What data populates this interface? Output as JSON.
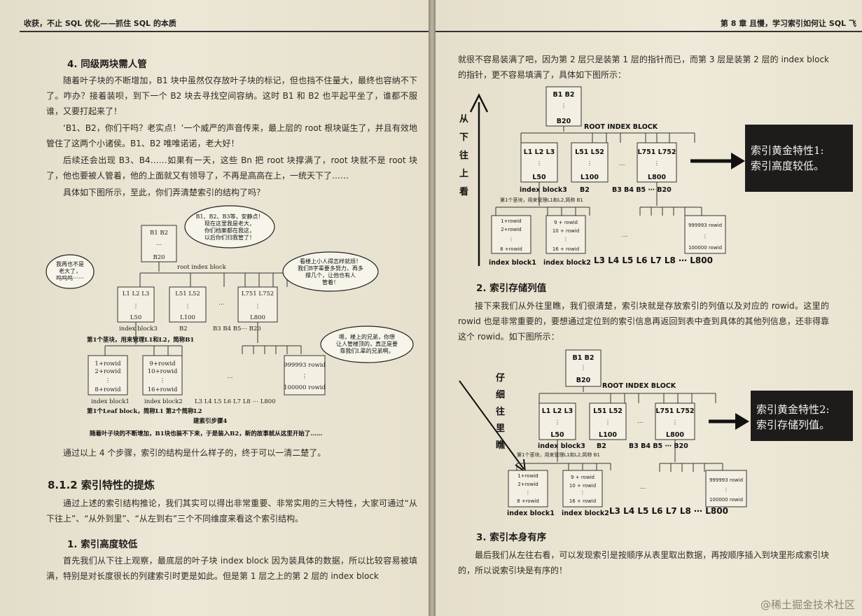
{
  "left_page": {
    "header": "收获，不止 SQL 优化——抓住 SQL 的本质",
    "section4_title": "4.  同级两块需人管",
    "para1": "随着叶子块的不断增加，B1 块中虽然仅存放叶子块的标记，但也挡不住量大，最终也容纳不下了。咋办？接着装呗，到下一个 B2 块去寻找空间容纳。这时 B1 和 B2 也平起平坐了，谁都不服谁，又要打起来了！",
    "para2": "‘B1、B2，你们干吗？老实点！’一个威严的声音传来，最上层的 root 根块诞生了，并且有效地管住了这两个小诸侯。B1、B2 唯唯诺诺，老大好！",
    "para3": "后续还会出现 B3、B4……如果有一天，这些 Bn 把 root 块撑满了，root 块就不是 root 块了，他也要被人管着，他的上面就又有领导了，不再是高高在上，一统天下了……",
    "para4": "具体如下图所示，至此，你们弄清楚索引的结构了吗？",
    "diagram": {
      "root": [
        "B1  B2",
        "⋯",
        "B20"
      ],
      "root_label": "root index block",
      "b1": [
        "L1   L2   L3",
        "⋮",
        "L50"
      ],
      "b2": [
        "L51  L52",
        "⋮",
        "L100"
      ],
      "b20": [
        "L751  L752",
        "⋮",
        "L800"
      ],
      "ellipsis": "⋯",
      "b1_label": "index  block3",
      "b2_label": "B2",
      "b_rest": "B3  B4  B5⋯  B20",
      "note_b1": "第1个茎块，用来管理L1和L2，简称B1",
      "leaf1": [
        "1+rowid",
        "2+rowid",
        "⋮",
        "8+rowid"
      ],
      "leaf2": [
        "9+rowid",
        "10+rowid",
        "⋮",
        "16+rowid"
      ],
      "leaf800": [
        "999993 rowid",
        "⋮",
        "100000 rowid"
      ],
      "leaf1_label": "index block1",
      "leaf2_label": "index block2",
      "leaf_rest": "L3     L4     L5    L6   L7    L8      ⋯  L800",
      "note_leaf": "第1个Leaf block，简称L1   第2个简称L2",
      "step_label": "建索引步骤4",
      "caption": "随着叶子块的不断增加，B1块也装不下来，于是装入B2，新的故事就从这里开始了……",
      "cloud_top": [
        "B1、B2、B3等，安静点！",
        "现在这里我是老大，",
        "你们档案都在我这，",
        "以后你们归我管了！"
      ],
      "cloud_left": [
        "我再也不是",
        "老大了，",
        "呜呜呜⋯⋯"
      ],
      "cloud_right": [
        "看楼上小人得志样就烦！",
        "我们B字辈要多努力，再多",
        "撑几个，让他也有人",
        "管着！"
      ],
      "cloud_br": [
        "嗯，楼上的兄弟，你想",
        "让人管楼顶的，真正是要",
        "靠我们L辈的兄弟啊。"
      ]
    },
    "para5": "通过以上 4 个步骤，索引的结构是什么样子的，终于可以一清二楚了。",
    "section812_title": "8.1.2   索引特性的提炼",
    "para6": "通过上述的索引结构推论，我们其实可以得出非常重要、非常实用的三大特性，大家可通过“从下往上”、“从外到里”、“从左到右”三个不同维度来看这个索引结构。",
    "sub1_title": "1. 索引高度较低",
    "para7": "首先我们从下往上观察，最底层的叶子块 index block 因为装具体的数据，所以比较容易被填满，特别是对长度很长的列建索引时更是如此。但是第 1 层之上的第 2 层的 index block"
  },
  "right_page": {
    "header": "第 8 章    且慢，学习索引如何让 SQL 飞",
    "para1": "就很不容易装满了吧，因为第 2 层只是装第 1 层的指针而已，而第 3 层是装第 2 层的 index block 的指针，更不容易填满了，具体如下图所示：",
    "diag": {
      "root": [
        "B1  B2",
        "⋮",
        "B20"
      ],
      "root_label": "ROOT INDEX BLOCK",
      "b1": [
        "L1  L2  L3",
        "⋮",
        "L50"
      ],
      "b2": [
        "L51 L52",
        "⋮",
        "L100"
      ],
      "b20": [
        "L751 L752",
        "⋮",
        "L800"
      ],
      "ellipsis": "⋯",
      "b1_label": "index block3",
      "b2_label": "B2",
      "b_rest": "B3 B4 B5 ⋯  B20",
      "note_b1": "第1个茎块，用来管理L1和L2,简称 B1",
      "leaf1": [
        "1+rowid",
        "2+rowid",
        "⋮",
        "8 +rowid"
      ],
      "leaf2": [
        "9 + rowid",
        "10 + rowid",
        "⋮",
        "16 + rowid"
      ],
      "leaf800": [
        "999993 rowid",
        "⋮",
        "100000 rowid"
      ],
      "leaf1_label": "index block1",
      "leaf2_label": "index block2",
      "leaf_rest": "L3  L4  L5  L6  L7  L8    ⋯  L800"
    },
    "diagram1_vertical": [
      "从",
      "下",
      "往",
      "上",
      "看"
    ],
    "diagram1_feature": [
      "索引黄金特性1:",
      "索引高度较低。"
    ],
    "sub2_title": "2. 索引存储列值",
    "para2": "接下来我们从外往里瞧，我们很清楚，索引块就是存放索引的列值以及对应的 rowid。这里的 rowid 也是非常重要的，要想通过定位到的索引信息再返回到表中查到具体的其他列信息，还非得靠这个 rowid。如下图所示：",
    "diagram2_vertical": [
      "仔",
      "细",
      "往",
      "里",
      "瞧"
    ],
    "diagram2_feature": [
      "索引黄金特性2:",
      "索引存储列值。"
    ],
    "sub3_title": "3.  索引本身有序",
    "para3": "最后我们从左往右看，可以发现索引是按顺序从表里取出数据，再按顺序插入到块里形成索引块的，所以说索引块是有序的！"
  },
  "watermark": "@稀土掘金技术社区"
}
